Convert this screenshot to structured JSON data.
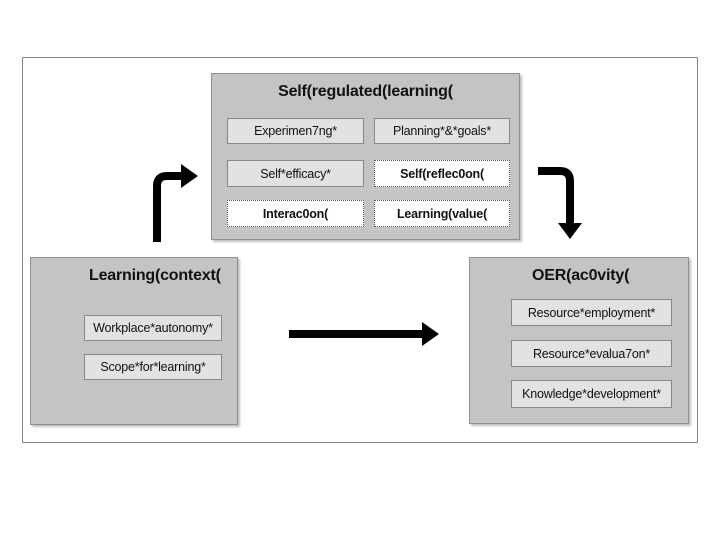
{
  "self_regulated": {
    "title": "Self(regulated(learning(",
    "items": [
      "Experimen7ng*",
      "Planning*&*goals*",
      "Self*efficacy*",
      "Self(reflec0on(",
      "Interac0on(",
      "Learning(value("
    ]
  },
  "learning_context": {
    "title": "Learning(context(",
    "items": [
      "Workplace*autonomy*",
      "Scope*for*learning*"
    ]
  },
  "oer_activity": {
    "title": "OER(ac0vity(",
    "items": [
      "Resource*employment*",
      "Resource*evalua7on*",
      "Knowledge*development*"
    ]
  },
  "colors": {
    "panel": "#c4c4c4",
    "box_grey": "#e2e2e2",
    "arrow": "#000000"
  }
}
